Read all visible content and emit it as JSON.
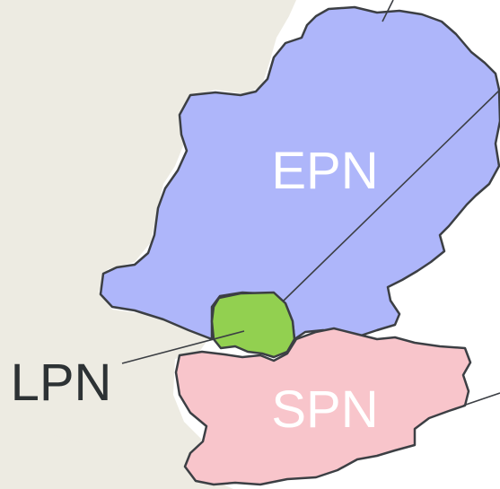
{
  "diagram": {
    "regions": [
      {
        "id": "epn",
        "label": "EPN",
        "fill": "#aeb6fa",
        "label_color": "#ffffff"
      },
      {
        "id": "spn",
        "label": "SPN",
        "fill": "#f8c5cb",
        "label_color": "#ffffff"
      },
      {
        "id": "lpn",
        "label": "LPN",
        "fill": "#92d050",
        "label_color": "#2d3234"
      }
    ],
    "colors": {
      "background_land": "#edebe2",
      "water": "#ffffff",
      "outline": "#3c3f44",
      "leader_line": "#3c3f44"
    }
  }
}
